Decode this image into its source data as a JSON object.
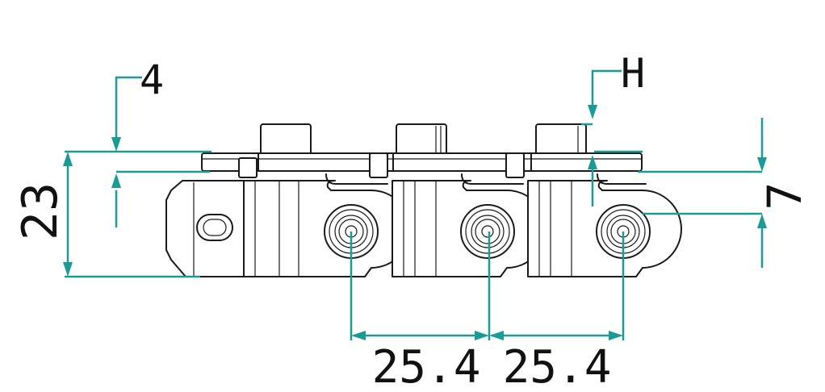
{
  "colors": {
    "dimension": "#1b9b96",
    "outline": "#1a1a1a",
    "background": "#ffffff"
  },
  "dimensions": {
    "height_total": "23",
    "plate_thickness": "4",
    "link_height_marker": "H",
    "pin_offset": "7",
    "pitch_1": "25.4",
    "pitch_2": "25.4"
  }
}
